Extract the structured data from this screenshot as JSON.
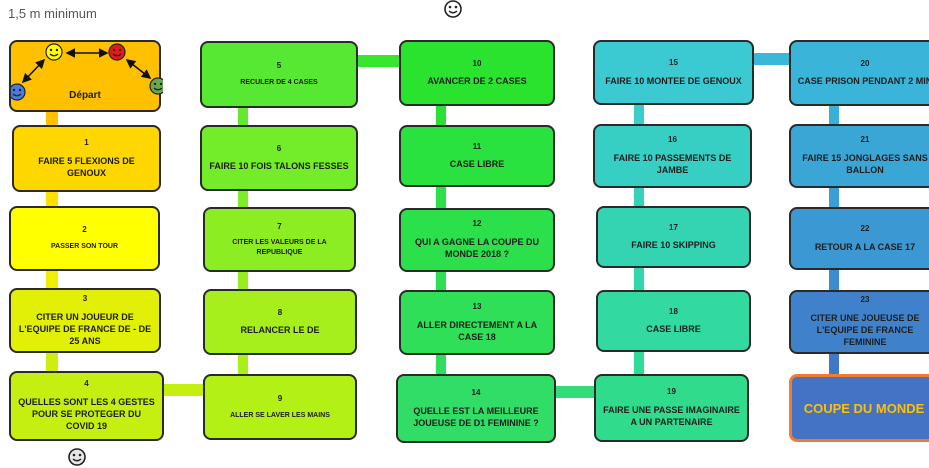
{
  "header": {
    "note": "1,5 m minimum"
  },
  "start": {
    "label": "Départ"
  },
  "final": {
    "label": "COUPE DU MONDE"
  },
  "squares": [
    {
      "num": "1",
      "text": "FAIRE 5 FLEXIONS DE GENOUX",
      "color": "#ffd700"
    },
    {
      "num": "2",
      "text": "PASSER SON TOUR",
      "color": "#ffff00"
    },
    {
      "num": "3",
      "text": "CITER UN JOUEUR DE L'EQUIPE DE FRANCE DE - DE 25 ANS",
      "color": "#e2f007"
    },
    {
      "num": "4",
      "text": "QUELLES SONT LES 4 GESTES POUR SE PROTEGER DU COVID 19",
      "color": "#c5ef10"
    },
    {
      "num": "5",
      "text": "RECULER DE 4 CASES",
      "color": "#56e833"
    },
    {
      "num": "6",
      "text": "FAIRE 10 FOIS TALONS FESSES",
      "color": "#73ec2a"
    },
    {
      "num": "7",
      "text": "CITER LES VALEURS DE LA REPUBLIQUE",
      "color": "#8cee22"
    },
    {
      "num": "8",
      "text": "RELANCER LE DE",
      "color": "#a6ef1c"
    },
    {
      "num": "9",
      "text": "ALLER SE LAVER LES MAINS",
      "color": "#b2f016"
    },
    {
      "num": "10",
      "text": "AVANCER DE 2 CASES",
      "color": "#29e32f"
    },
    {
      "num": "11",
      "text": "CASE LIBRE",
      "color": "#2ae23f"
    },
    {
      "num": "12",
      "text": "QUI A GAGNE LA COUPE DU MONDE 2018 ?",
      "color": "#2ce04c"
    },
    {
      "num": "13",
      "text": "ALLER DIRECTEMENT A LA CASE 18",
      "color": "#2edf57"
    },
    {
      "num": "14",
      "text": "QUELLE EST LA MEILLEURE JOUEUSE DE D1 FEMININE ?",
      "color": "#31dd66"
    },
    {
      "num": "15",
      "text": "FAIRE 10 MONTEE DE GENOUX",
      "color": "#3ccad2"
    },
    {
      "num": "16",
      "text": "FAIRE 10 PASSEMENTS DE JAMBE",
      "color": "#37cfc3"
    },
    {
      "num": "17",
      "text": "FAIRE 10 SKIPPING",
      "color": "#34d4b3"
    },
    {
      "num": "18",
      "text": "CASE LIBRE",
      "color": "#32d9a1"
    },
    {
      "num": "19",
      "text": "FAIRE UNE PASSE IMAGINAIRE A UN PARTENAIRE",
      "color": "#30db8c"
    },
    {
      "num": "20",
      "text": "CASE PRISON PENDANT 2 MIN",
      "color": "#3ab4d9"
    },
    {
      "num": "21",
      "text": "FAIRE 15 JONGLAGES SANS BALLON",
      "color": "#3aa6d6"
    },
    {
      "num": "22",
      "text": "RETOUR A LA CASE 17",
      "color": "#3b98d2"
    },
    {
      "num": "23",
      "text": "CITER UNE JOUEUSE DE L'EQUIPE DE FRANCE FEMININE",
      "color": "#3f82cb"
    }
  ]
}
